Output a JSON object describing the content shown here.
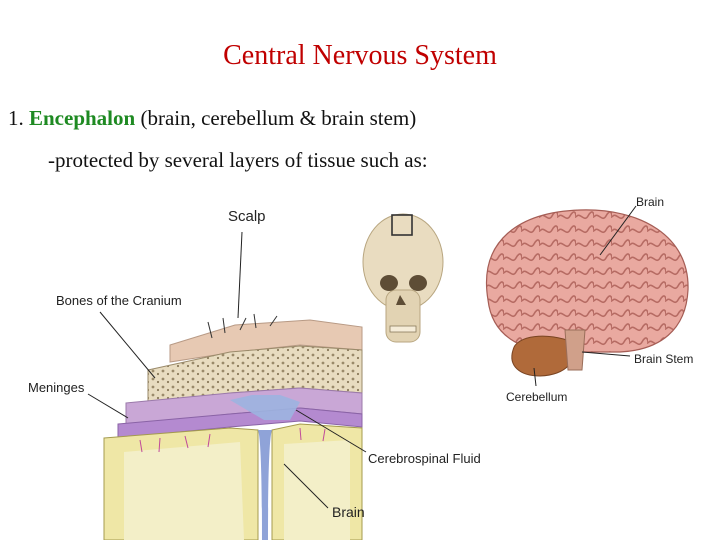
{
  "slide": {
    "title": "Central Nervous System",
    "item_number": "1.",
    "keyword": "Encephalon",
    "keyword_detail": " (brain, cerebellum & brain stem)",
    "subtext": "-protected by several layers of tissue such as:"
  },
  "layers_diagram": {
    "labels": {
      "scalp": "Scalp",
      "bones": "Bones of the Cranium",
      "meninges": "Meninges",
      "csf": "Cerebrospinal Fluid",
      "brain": "Brain"
    }
  },
  "brain_diagram": {
    "labels": {
      "brain": "Brain",
      "brain_stem": "Brain Stem",
      "cerebellum": "Cerebellum"
    }
  },
  "colors": {
    "title": "#c00000",
    "keyword": "#1e8a22"
  }
}
